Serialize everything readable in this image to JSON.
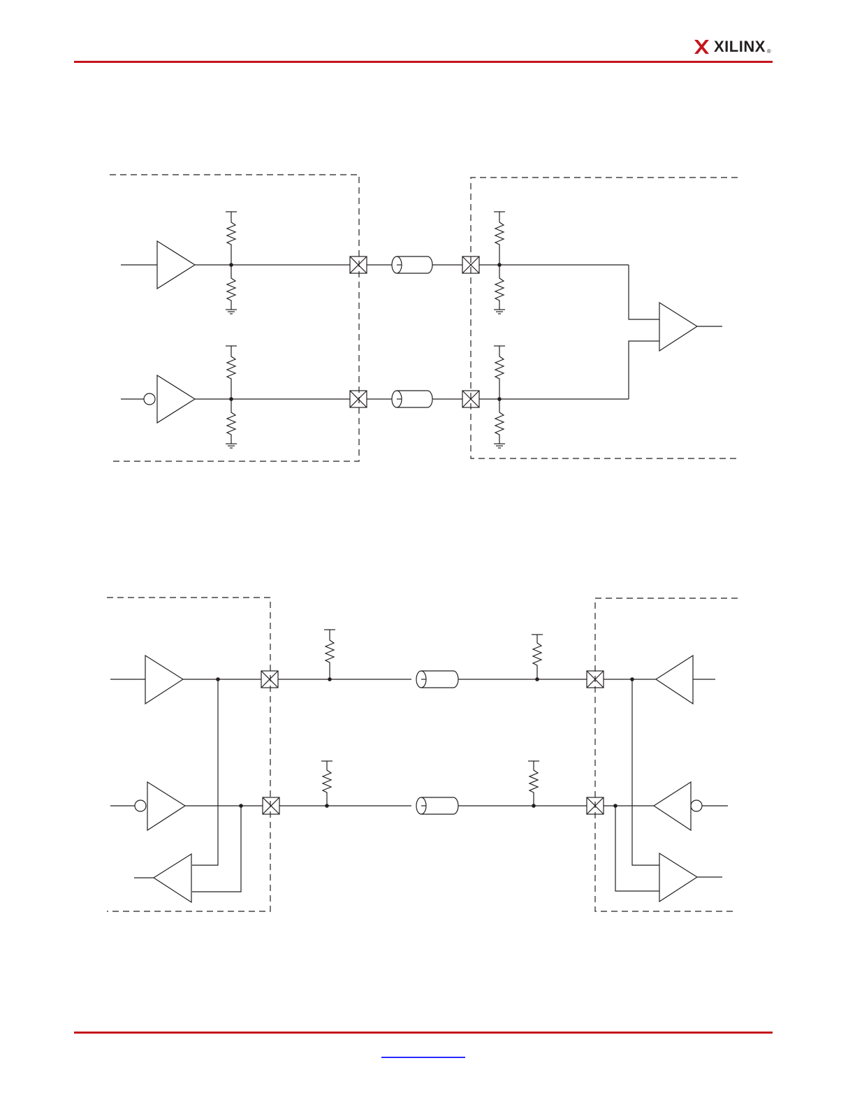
{
  "header": {
    "logo_text": "XILINX",
    "logo_mark": "®",
    "accent_color": "#c4161c"
  },
  "diagrams": [
    {
      "id": "unidirectional-differential-link",
      "icon": "circuit-schematic"
    },
    {
      "id": "bidirectional-differential-link",
      "icon": "circuit-schematic"
    }
  ],
  "footer": {
    "link_color": "#2b2bff"
  }
}
